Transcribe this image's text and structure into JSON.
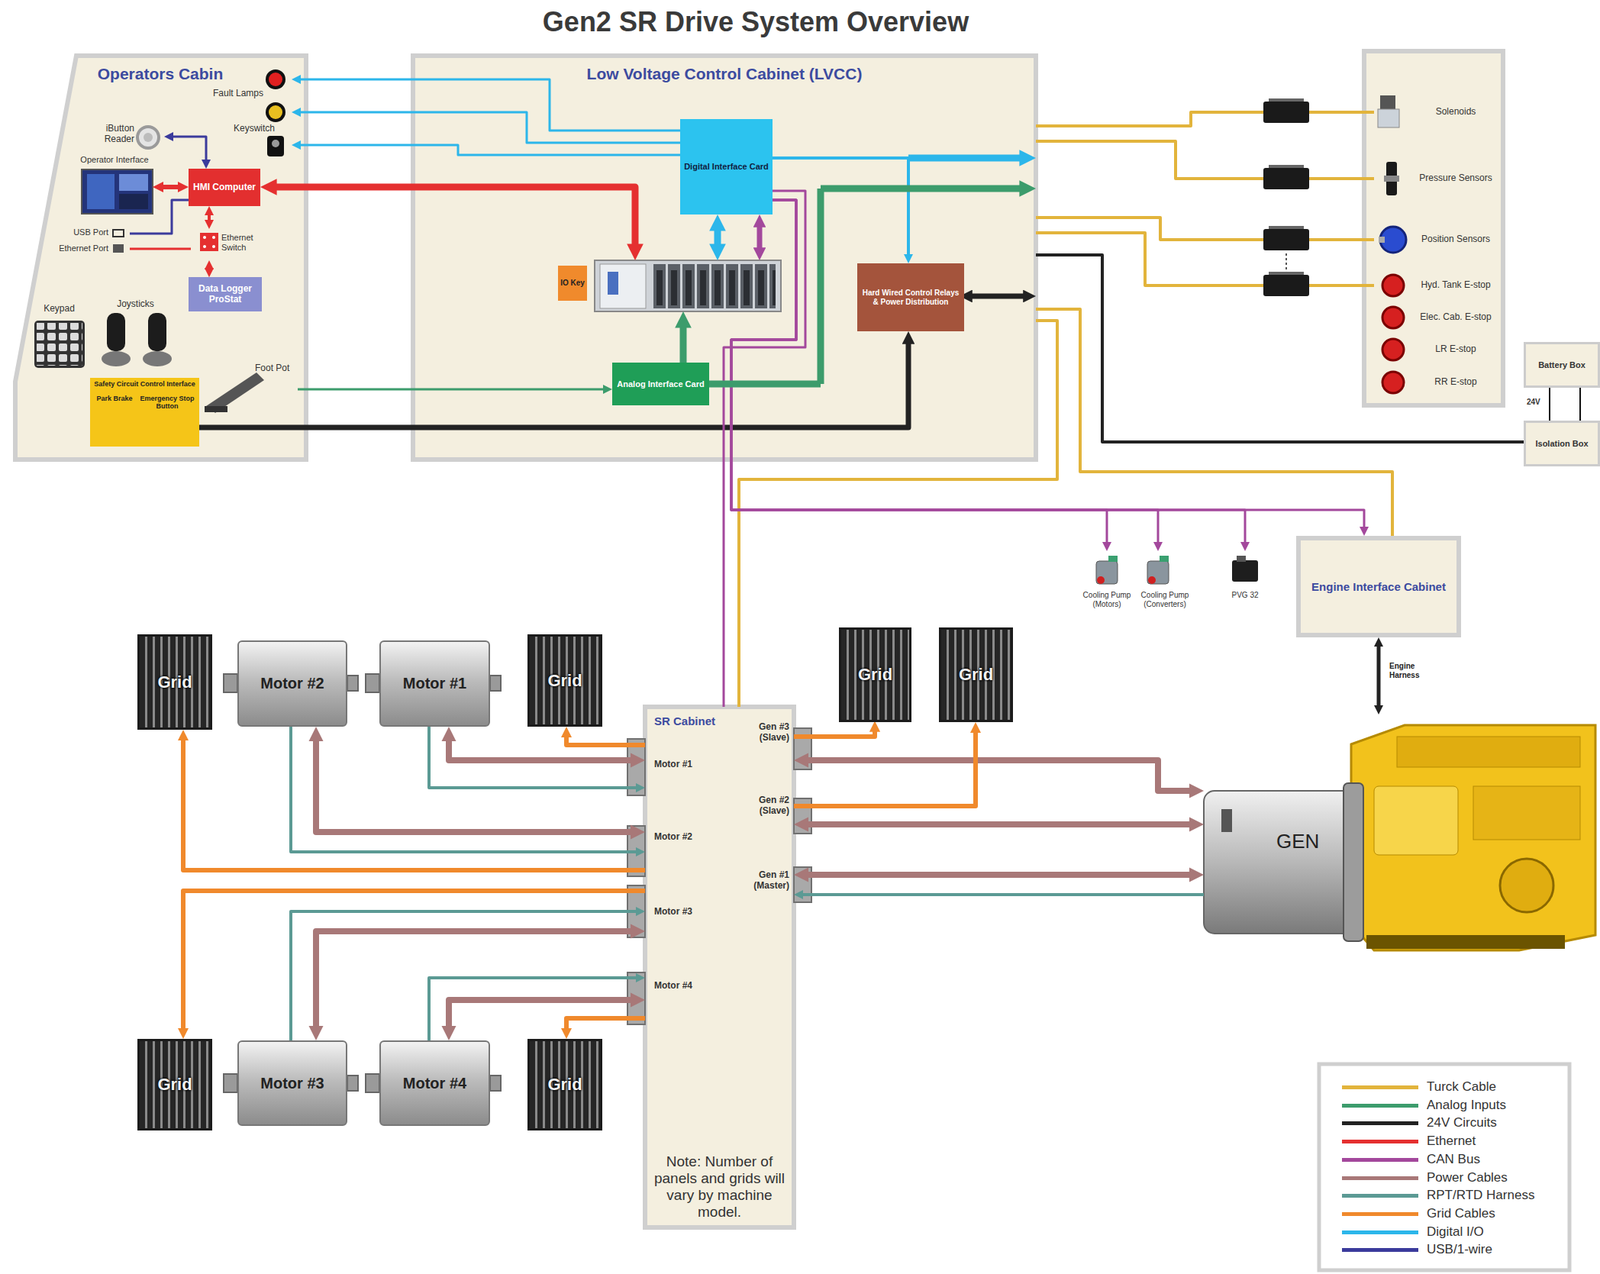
{
  "diagram": {
    "title": "Gen2 SR Drive System Overview",
    "nodes": [
      {
        "text": [
          "Operators Cabin"
        ]
      },
      {
        "text": [
          "Fault Lamps"
        ],
        "in": 0
      },
      {
        "text": [
          "Keyswitch"
        ],
        "in": 0
      },
      {
        "text": [
          "iButton Reader"
        ],
        "in": 0
      },
      {
        "text": [
          "Operator Interface"
        ],
        "in": 0
      },
      {
        "text": [
          "HMI Computer"
        ],
        "in": 0
      },
      {
        "text": [
          "USB Port"
        ],
        "in": 0
      },
      {
        "text": [
          "Ethernet Port"
        ],
        "in": 0
      },
      {
        "text": [
          "Ethernet Switch"
        ],
        "in": 0
      },
      {
        "text": [
          "Data Logger ProStat"
        ],
        "in": 0
      },
      {
        "text": [
          "Keypad"
        ],
        "in": 0
      },
      {
        "text": [
          "Joysticks"
        ],
        "in": 0
      },
      {
        "text": [
          "Foot Pot"
        ],
        "in": 0
      },
      {
        "text": [
          "Safety Circuit Control Interface",
          "Park Brake",
          "Emergency Stop Button"
        ],
        "in": 0
      },
      {
        "text": [
          "Low Voltage Control Cabinet (LVCC)"
        ]
      },
      {
        "text": [
          "Digital Interface Card"
        ],
        "in": 14
      },
      {
        "text": [
          "IO Key"
        ],
        "in": 14
      },
      {
        "text": [],
        "in": 14
      },
      {
        "text": [
          "Analog Interface Card"
        ],
        "in": 14
      },
      {
        "text": [
          "Hard Wired Control Relays & Power Distribution"
        ],
        "in": 14
      },
      {
        "text": [
          "Solenoids"
        ]
      },
      {
        "text": [
          "Pressure Sensors"
        ]
      },
      {
        "text": [
          "Position Sensors"
        ]
      },
      {
        "text": [
          "Hyd. Tank E-stop"
        ]
      },
      {
        "text": [
          "Elec. Cab. E-stop"
        ]
      },
      {
        "text": [
          "LR E-stop"
        ]
      },
      {
        "text": [
          "RR E-stop"
        ]
      },
      {
        "text": [
          "Battery Box"
        ]
      },
      {
        "text": [
          "Isolation Box"
        ]
      },
      {
        "text": [
          "Cooling Pump (Motors)"
        ]
      },
      {
        "text": [
          "Cooling Pump (Converters)"
        ]
      },
      {
        "text": [
          "PVG 32"
        ]
      },
      {
        "text": [
          "Engine Interface Cabinet"
        ]
      },
      {
        "text": [
          "Grid"
        ]
      },
      {
        "text": [
          "Motor #2"
        ]
      },
      {
        "text": [
          "Motor #1"
        ]
      },
      {
        "text": [
          "Grid"
        ]
      },
      {
        "text": [
          "Grid"
        ]
      },
      {
        "text": [
          "Grid"
        ]
      },
      {
        "text": [
          "SR Cabinet",
          "Note: Number of panels and grids will vary by machine model."
        ]
      },
      {
        "text": [
          "GEN"
        ]
      },
      {
        "text": [
          "Grid"
        ]
      },
      {
        "text": [
          "Motor #3"
        ]
      },
      {
        "text": [
          "Motor #4"
        ]
      },
      {
        "text": [
          "Grid"
        ]
      }
    ],
    "edges": [
      {
        "from": 15,
        "to": 1,
        "arrow": "to"
      },
      {
        "from": 15,
        "to": 1,
        "arrow": "to"
      },
      {
        "from": 15,
        "to": 2,
        "arrow": "to"
      },
      {
        "from": 3,
        "to": 5,
        "arrow": "both"
      },
      {
        "from": 4,
        "to": 5,
        "arrow": "both"
      },
      {
        "from": 5,
        "to": 17,
        "arrow": "both"
      },
      {
        "from": 5,
        "to": 8,
        "arrow": "both"
      },
      {
        "from": 5,
        "to": 6,
        "arrow": "none"
      },
      {
        "from": 8,
        "to": 7,
        "arrow": "none"
      },
      {
        "from": 8,
        "to": 9,
        "arrow": "both"
      },
      {
        "from": 12,
        "to": 18,
        "arrow": "to"
      },
      {
        "from": 13,
        "to": 19,
        "arrow": "to"
      },
      {
        "from": 15,
        "to": 17,
        "arrow": "both"
      },
      {
        "from": 15,
        "to": 17,
        "arrow": "both"
      },
      {
        "from": 18,
        "to": 17,
        "arrow": "to"
      },
      {
        "from": 15,
        "to": 19,
        "arrow": "to"
      },
      {
        "from": 14,
        "to": 20,
        "arrow": "none"
      },
      {
        "from": 14,
        "to": 21,
        "arrow": "none"
      },
      {
        "from": 14,
        "to": 22,
        "arrow": "none"
      },
      {
        "from": 14,
        "to": 23,
        "arrow": "none"
      },
      {
        "from": 14,
        "to": 28,
        "arrow": "none"
      },
      {
        "from": 14,
        "to": 39,
        "arrow": "none"
      },
      {
        "from": 14,
        "to": 32,
        "arrow": "none"
      },
      {
        "from": 15,
        "to": 39,
        "arrow": "none"
      },
      {
        "from": 15,
        "to": 29,
        "arrow": "to"
      },
      {
        "from": 15,
        "to": 30,
        "arrow": "to"
      },
      {
        "from": 15,
        "to": 31,
        "arrow": "to"
      },
      {
        "from": 15,
        "to": 32,
        "arrow": "to"
      },
      {
        "from": 35,
        "to": 39,
        "arrow": "both"
      },
      {
        "from": 35,
        "to": 39,
        "arrow": "to"
      },
      {
        "from": 39,
        "to": 36,
        "arrow": "to"
      },
      {
        "from": 34,
        "to": 39,
        "arrow": "both"
      },
      {
        "from": 34,
        "to": 39,
        "arrow": "to"
      },
      {
        "from": 39,
        "to": 33,
        "arrow": "to"
      },
      {
        "from": 39,
        "to": 41,
        "arrow": "to"
      },
      {
        "from": 42,
        "to": 39,
        "arrow": "to"
      },
      {
        "from": 42,
        "to": 39,
        "arrow": "both"
      },
      {
        "from": 43,
        "to": 39,
        "arrow": "to"
      },
      {
        "from": 43,
        "to": 39,
        "arrow": "both"
      },
      {
        "from": 39,
        "to": 44,
        "arrow": "to"
      },
      {
        "from": 39,
        "to": 37,
        "arrow": "to"
      },
      {
        "from": 39,
        "to": 40,
        "arrow": "both"
      },
      {
        "from": 39,
        "to": 38,
        "arrow": "to"
      },
      {
        "from": 39,
        "to": 40,
        "arrow": "both"
      },
      {
        "from": 39,
        "to": 40,
        "arrow": "both"
      },
      {
        "from": 40,
        "to": 39,
        "arrow": "to"
      },
      {
        "from": 32,
        "to": 40,
        "label": "Engine Harness",
        "arrow": "both"
      }
    ],
    "labels": [
      "Motor #1",
      "Motor #2",
      "Motor #3",
      "Motor #4",
      "Gen #3 (Slave)",
      "Gen #2 (Slave)",
      "Gen #1 (Master)",
      "24V"
    ],
    "legend": [
      {
        "text": "Turck Cable",
        "color": "#e2b43c"
      },
      {
        "text": "Analog Inputs",
        "color": "#3c9c6c"
      },
      {
        "text": "24V Circuits",
        "color": "#222222"
      },
      {
        "text": "Ethernet",
        "color": "#e53030"
      },
      {
        "text": "CAN Bus",
        "color": "#a3489c"
      },
      {
        "text": "Power Cables",
        "color": "#a87878"
      },
      {
        "text": "RPT/RTD Harness",
        "color": "#5b9a94"
      },
      {
        "text": "Grid Cables",
        "color": "#f0892c"
      },
      {
        "text": "Digital I/O",
        "color": "#2cb6ea"
      },
      {
        "text": "USB/1-wire",
        "color": "#3b3b9c"
      }
    ]
  }
}
